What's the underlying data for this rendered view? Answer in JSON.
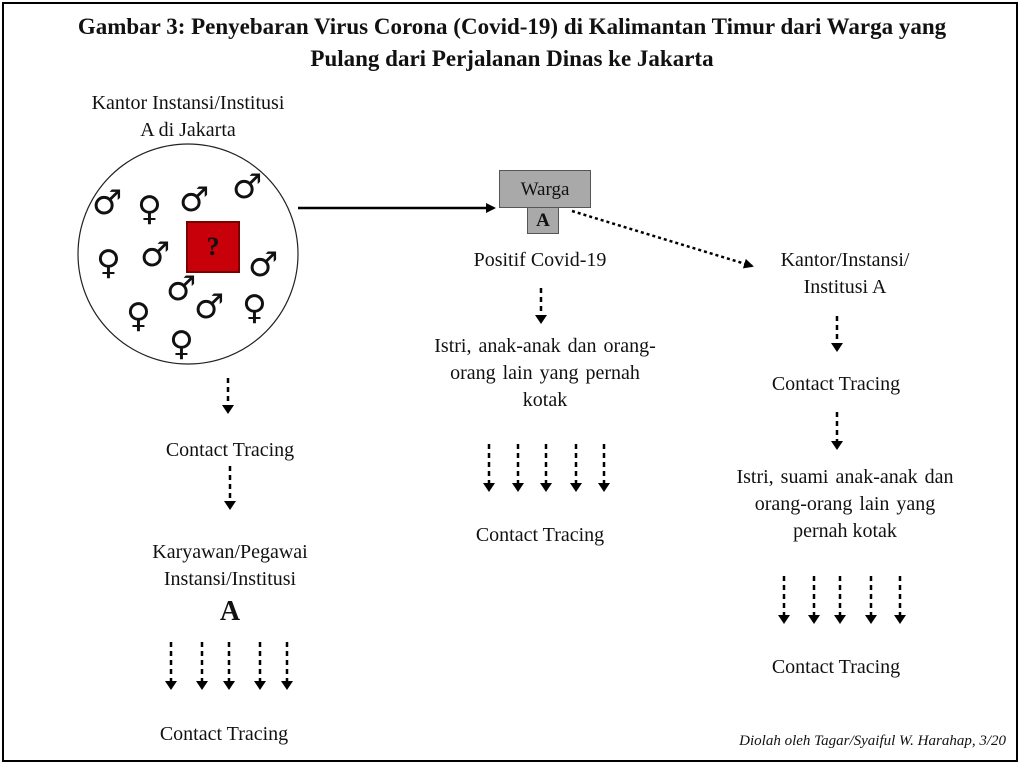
{
  "title": {
    "line1": "Gambar 3: Penyebaran Virus Corona (Covid-19) di Kalimantan Timur dari Warga yang",
    "line2": "Pulang dari Perjalanan Dinas ke Jakarta"
  },
  "left": {
    "office_line1": "Kantor Instansi/Institusi",
    "office_line2": "A di Jakarta",
    "unknown_mark": "?",
    "contact_tracing_1": "Contact Tracing",
    "employees_line1": "Karyawan/Pegawai",
    "employees_line2": "Instansi/Institusi",
    "employees_letter": "A",
    "contact_tracing_2": "Contact Tracing",
    "symbols": [
      "♂",
      "♀",
      "♂",
      "♂",
      "♀",
      "♂",
      "♂",
      "♂",
      "♀",
      "♂",
      "♀",
      "♀"
    ]
  },
  "middle": {
    "warga_label": "Warga",
    "warga_letter": "A",
    "positive": "Positif Covid-19",
    "contacts_line1": "Istri, anak-anak dan orang-",
    "contacts_line2": "orang lain yang pernah",
    "contacts_line3": "kotak",
    "contact_tracing": "Contact Tracing"
  },
  "right": {
    "office_line1": "Kantor/Instansi/",
    "office_line2": "Institusi A",
    "contact_tracing_1": "Contact Tracing",
    "contacts_line1": "Istri, suami anak-anak dan",
    "contacts_line2": "orang-orang lain yang",
    "contacts_line3": "pernah kotak",
    "contact_tracing_2": "Contact Tracing"
  },
  "credit": "Diolah oleh Tagar/Syaiful W. Harahap, 3/20",
  "colors": {
    "question_box": "#c8000a",
    "warga_box": "#a9a9a9",
    "lines": "#000000"
  }
}
